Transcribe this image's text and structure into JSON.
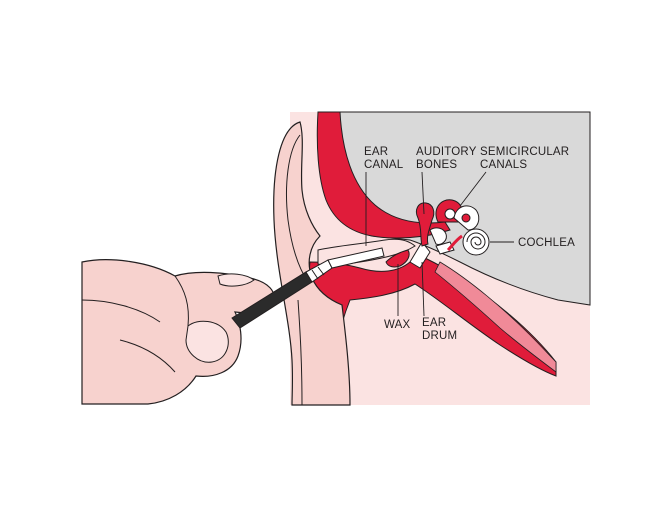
{
  "labels": {
    "ear_canal": [
      "EAR",
      "CANAL"
    ],
    "auditory_bones": [
      "AUDITORY",
      "BONES"
    ],
    "semicircular_canals": [
      "SEMICIRCULAR",
      "CANALS"
    ],
    "cochlea": "COCHLEA",
    "wax": "WAX",
    "ear_drum": [
      "EAR",
      "DRUM"
    ]
  },
  "colors": {
    "background_panel": "#fbe3e2",
    "bone": "#d9d9d9",
    "tissue_red": "#e01c3a",
    "skin": "#f7d2ce",
    "outline": "#231f20",
    "instrument": "#2b2b2b"
  }
}
